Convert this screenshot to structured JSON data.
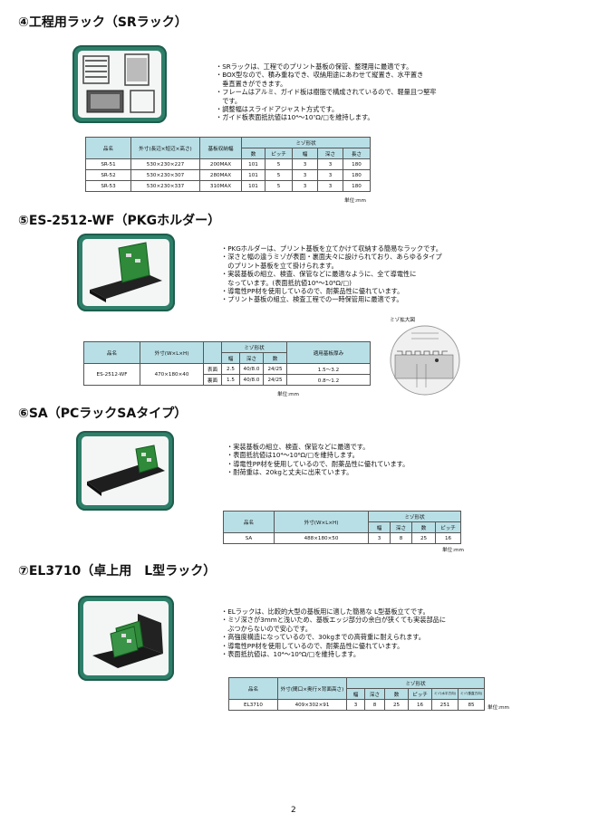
{
  "sections": [
    {
      "title": "④工程用ラック（SRラック）",
      "bullets": [
        "・SRラックは、工程でのプリント基板の保管、整理用に最適です。",
        "・BOX型なので、積み重ねでき、収納用途にあわせて縦置き、水平置き",
        "　垂直置きができます。",
        "・フレームはアルミ、ガイド板は樹脂で構成されているので、軽量且つ堅牢",
        "　です。",
        "・調整幅はスライドアジャスト方式です。",
        "・ガイド板表面抵抗値は10⁴～10⁷Ω/□を維持します。"
      ],
      "table": {
        "group_header": "ミゾ形状",
        "headers": [
          "品名",
          "外寸(長辺×短辺×高さ)",
          "基板収納幅",
          "数",
          "ピッチ",
          "幅",
          "深さ",
          "長さ"
        ],
        "rows": [
          [
            "SR-51",
            "530×230×227",
            "200MAX",
            "101",
            "5",
            "3",
            "3",
            "180"
          ],
          [
            "SR-52",
            "530×230×307",
            "280MAX",
            "101",
            "5",
            "3",
            "3",
            "180"
          ],
          [
            "SR-53",
            "530×230×337",
            "310MAX",
            "101",
            "5",
            "3",
            "3",
            "180"
          ]
        ]
      },
      "unit": "単位:mm"
    },
    {
      "title": "⑤ES-2512-WF（PKGホルダー）",
      "bullets": [
        "・PKGホルダーは、プリント基板を立てかけて収納する簡易なラックです。",
        "・深さと幅の違うミゾが表面・裏面夫々に設けられており、あらゆるタイプ",
        "　のプリント基板を立て掛けられます。",
        "・実装基板の組立、検査、保管などに最適なように、全て導電性に",
        "　なっています。(表面抵抗値10⁴～10⁶Ω/□)",
        "・導電性PP材を使用しているので、耐薬品性に優れています。",
        "・プリント基板の組立、検査工程での一時保管用に最適です。"
      ],
      "diagram_label": "ミゾ拡大図",
      "table": {
        "group_header": "ミゾ形状",
        "headers": [
          "品名",
          "外寸(W×L×H)",
          "",
          "幅",
          "深さ",
          "数",
          "適用基板厚み"
        ],
        "product": "ES-2512-WF",
        "size": "470×180×40",
        "rows": [
          [
            "表面",
            "2.5",
            "40/8.0",
            "24/25",
            "1.5～3.2"
          ],
          [
            "裏面",
            "1.5",
            "40/8.0",
            "24/25",
            "0.8～1.2"
          ]
        ]
      },
      "unit": "単位:mm"
    },
    {
      "title": "⑥SA（PCラックSAタイプ）",
      "bullets": [
        "・実装基板の組立、検査、保管などに最適です。",
        "・表面抵抗値は10⁴～10⁶Ω/□を維持します。",
        "・導電性PP材を使用しているので、耐薬品性に優れています。",
        "・耐荷重は、20kgと丈夫に出来ています。"
      ],
      "table": {
        "group_header": "ミゾ形状",
        "headers": [
          "品名",
          "外寸(W×L×H)",
          "幅",
          "深さ",
          "数",
          "ピッチ"
        ],
        "rows": [
          [
            "SA",
            "488×180×50",
            "3",
            "8",
            "25",
            "16"
          ]
        ]
      },
      "unit": "単位:mm"
    },
    {
      "title": "⑦EL3710（卓上用　L型ラック）",
      "bullets": [
        "・ELラックは、比較的大型の基板用に適した簡易な L型基板立てです。",
        "・ミゾ深さが3mmと浅いため、基板エッジ部分の余白が狭くても実装部品に",
        "　ぶつからないので安心です。",
        "・高強度構造になっているので、30kgまでの高荷重に耐えられます。",
        "・導電性PP材を使用しているので、耐薬品性に優れています。",
        "・表面抵抗値は、10⁴～10⁶Ω/□を維持します。"
      ],
      "table": {
        "group_header": "ミゾ形状",
        "headers": [
          "品名",
          "外寸(間口×奥行×背面高さ)",
          "幅",
          "深さ",
          "数",
          "ピッチ",
          "ミゾ(水平方向)",
          "ミゾ(垂直方向)"
        ],
        "rows": [
          [
            "EL3710",
            "409×302×91",
            "3",
            "8",
            "25",
            "16",
            "251",
            "85"
          ]
        ]
      },
      "unit": "単位:mm"
    }
  ],
  "page_number": "2"
}
